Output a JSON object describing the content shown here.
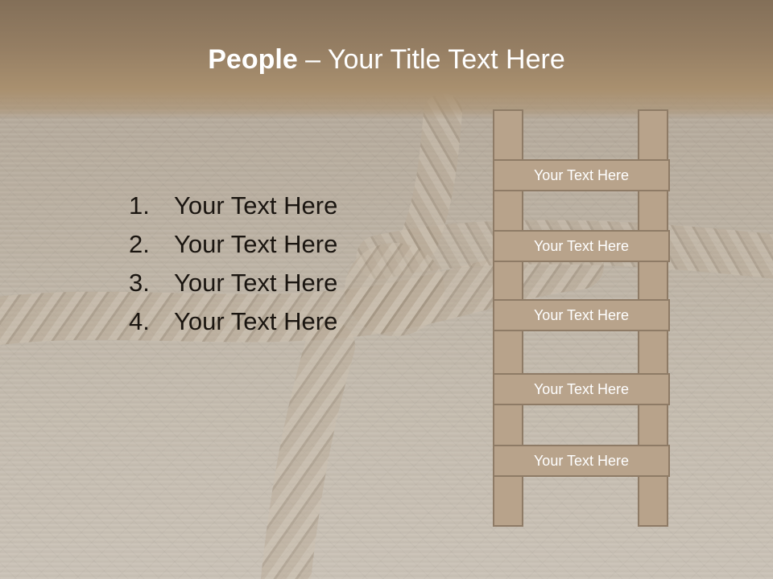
{
  "slide": {
    "title_bold": "People",
    "title_rest": " – Your Title Text Here"
  },
  "list": {
    "items": [
      {
        "number": "1.",
        "text": "Your Text Here"
      },
      {
        "number": "2.",
        "text": "Your Text Here"
      },
      {
        "number": "3.",
        "text": "Your Text Here"
      },
      {
        "number": "4.",
        "text": "Your Text Here"
      }
    ]
  },
  "ladder": {
    "rungs": [
      "Your Text Here",
      "Your Text Here",
      "Your Text Here",
      "Your Text Here",
      "Your Text Here"
    ]
  },
  "colors": {
    "title_band": "#957e63",
    "ladder_fill": "#b8a38b",
    "ladder_border": "#8e7b66",
    "title_text": "#ffffff",
    "body_text": "#1a1510"
  }
}
